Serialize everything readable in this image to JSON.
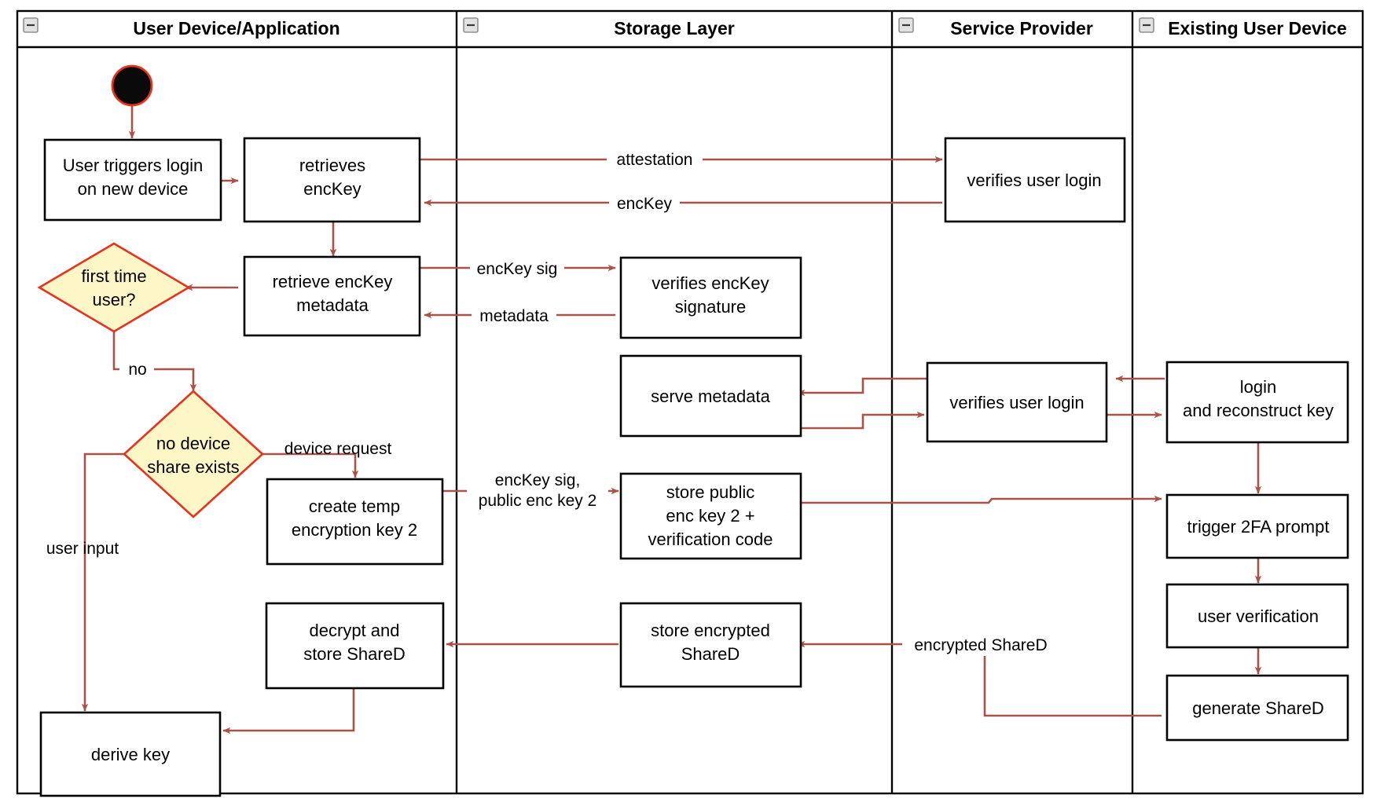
{
  "diagram": {
    "title": "Key recovery / new device login activity diagram",
    "type": "uml-activity-swimlane",
    "colors": {
      "edge": "#a8534a",
      "decision_fill": "#fdf6c7",
      "decision_stroke": "#e8321e",
      "node_stroke": "#000000",
      "lane_stroke": "#000000",
      "start_node": "#0a0a0a"
    },
    "lanes": [
      {
        "id": "lane-user-device",
        "label": "User Device/Application",
        "collapse_icon": "minus-icon"
      },
      {
        "id": "lane-storage",
        "label": "Storage Layer",
        "collapse_icon": "minus-icon"
      },
      {
        "id": "lane-service-provider",
        "label": "Service Provider",
        "collapse_icon": "minus-icon"
      },
      {
        "id": "lane-existing-device",
        "label": "Existing User Device",
        "collapse_icon": "minus-icon"
      }
    ],
    "nodes": [
      {
        "id": "start",
        "type": "start",
        "lane": "lane-user-device",
        "label": ""
      },
      {
        "id": "n-trigger-login",
        "type": "action",
        "lane": "lane-user-device",
        "label": "User triggers login\non new device",
        "lines": [
          "User triggers login",
          "on new device"
        ]
      },
      {
        "id": "n-retrieves-enckey",
        "type": "action",
        "lane": "lane-user-device",
        "label": "retrieves\nencKey",
        "lines": [
          "retrieves",
          "encKey"
        ]
      },
      {
        "id": "n-retrieve-metadata",
        "type": "action",
        "lane": "lane-user-device",
        "label": "retrieve encKey\nmetadata",
        "lines": [
          "retrieve encKey",
          "metadata"
        ]
      },
      {
        "id": "d-first-time-user",
        "type": "decision",
        "lane": "lane-user-device",
        "label": "first time\nuser?",
        "lines": [
          "first time",
          "user?"
        ]
      },
      {
        "id": "d-no-device-share",
        "type": "decision",
        "lane": "lane-user-device",
        "label": "no device\nshare exists",
        "lines": [
          "no device",
          "share exists"
        ]
      },
      {
        "id": "n-create-temp-key",
        "type": "action",
        "lane": "lane-user-device",
        "label": "create temp\nencryption key 2",
        "lines": [
          "create temp",
          "encryption key 2"
        ]
      },
      {
        "id": "n-decrypt-store-shared",
        "type": "action",
        "lane": "lane-user-device",
        "label": "decrypt and\nstore ShareD",
        "lines": [
          "decrypt and",
          "store ShareD"
        ]
      },
      {
        "id": "n-derive-key",
        "type": "action",
        "lane": "lane-user-device",
        "label": "derive key",
        "lines": [
          "derive key"
        ]
      },
      {
        "id": "n-verifies-enckey-sig",
        "type": "action",
        "lane": "lane-storage",
        "label": "verifies encKey\nsignature",
        "lines": [
          "verifies encKey",
          "signature"
        ]
      },
      {
        "id": "n-serve-metadata",
        "type": "action",
        "lane": "lane-storage",
        "label": "serve metadata",
        "lines": [
          "serve metadata"
        ]
      },
      {
        "id": "n-store-public-key",
        "type": "action",
        "lane": "lane-storage",
        "label": "store public\nenc key 2 +\nverification code",
        "lines": [
          "store public",
          "enc key 2 +",
          "verification code"
        ]
      },
      {
        "id": "n-store-encrypted-shared",
        "type": "action",
        "lane": "lane-storage",
        "label": "store encrypted\nShareD",
        "lines": [
          "store encrypted",
          "ShareD"
        ]
      },
      {
        "id": "n-verifies-user-login-1",
        "type": "action",
        "lane": "lane-service-provider",
        "label": "verifies user login",
        "lines": [
          "verifies user login"
        ]
      },
      {
        "id": "n-verifies-user-login-2",
        "type": "action",
        "lane": "lane-service-provider",
        "label": "verifies user login",
        "lines": [
          "verifies user login"
        ]
      },
      {
        "id": "n-login-reconstruct",
        "type": "action",
        "lane": "lane-existing-device",
        "label": "login\nand reconstruct key",
        "lines": [
          "login",
          "and reconstruct key"
        ]
      },
      {
        "id": "n-trigger-2fa",
        "type": "action",
        "lane": "lane-existing-device",
        "label": "trigger 2FA prompt",
        "lines": [
          "trigger 2FA prompt"
        ]
      },
      {
        "id": "n-user-verification",
        "type": "action",
        "lane": "lane-existing-device",
        "label": "user verification",
        "lines": [
          "user verification"
        ]
      },
      {
        "id": "n-generate-shared",
        "type": "action",
        "lane": "lane-existing-device",
        "label": "generate ShareD",
        "lines": [
          "generate ShareD"
        ]
      }
    ],
    "edges": [
      {
        "id": "e-start-trigger",
        "from": "start",
        "to": "n-trigger-login",
        "label": ""
      },
      {
        "id": "e-trigger-retrieves",
        "from": "n-trigger-login",
        "to": "n-retrieves-enckey",
        "label": ""
      },
      {
        "id": "e-attestation",
        "from": "n-retrieves-enckey",
        "to": "n-verifies-user-login-1",
        "label": "attestation"
      },
      {
        "id": "e-enckey-back",
        "from": "n-verifies-user-login-1",
        "to": "n-retrieves-enckey",
        "label": "encKey"
      },
      {
        "id": "e-retrieves-metadata",
        "from": "n-retrieves-enckey",
        "to": "n-retrieve-metadata",
        "label": ""
      },
      {
        "id": "e-enckey-sig",
        "from": "n-retrieve-metadata",
        "to": "n-verifies-enckey-sig",
        "label": "encKey sig"
      },
      {
        "id": "e-metadata-back",
        "from": "n-verifies-enckey-sig",
        "to": "n-retrieve-metadata",
        "label": "metadata"
      },
      {
        "id": "e-metadata-decision",
        "from": "n-retrieve-metadata",
        "to": "d-first-time-user",
        "label": ""
      },
      {
        "id": "e-no",
        "from": "d-first-time-user",
        "to": "d-no-device-share",
        "label": "no"
      },
      {
        "id": "e-device-request",
        "from": "d-no-device-share",
        "to": "n-create-temp-key",
        "label": "device request"
      },
      {
        "id": "e-user-input",
        "from": "d-no-device-share",
        "to": "n-derive-key",
        "label": "user input"
      },
      {
        "id": "e-enckey-sig-pub",
        "from": "n-create-temp-key",
        "to": "n-store-public-key",
        "label": "encKey sig,\npublic enc key 2",
        "lines": [
          "encKey sig,",
          "public enc key 2"
        ]
      },
      {
        "id": "e-login-to-sp",
        "from": "n-login-reconstruct",
        "to": "n-verifies-user-login-2",
        "label": ""
      },
      {
        "id": "e-sp-to-serve",
        "from": "n-verifies-user-login-2",
        "to": "n-serve-metadata",
        "label": ""
      },
      {
        "id": "e-serve-to-sp",
        "from": "n-serve-metadata",
        "to": "n-verifies-user-login-2",
        "label": ""
      },
      {
        "id": "e-sp-to-login",
        "from": "n-verifies-user-login-2",
        "to": "n-login-reconstruct",
        "label": ""
      },
      {
        "id": "e-login-to-2fa",
        "from": "n-login-reconstruct",
        "to": "n-trigger-2fa",
        "label": ""
      },
      {
        "id": "e-store-pub-to-2fa",
        "from": "n-store-public-key",
        "to": "n-trigger-2fa",
        "label": ""
      },
      {
        "id": "e-2fa-to-verify",
        "from": "n-trigger-2fa",
        "to": "n-user-verification",
        "label": ""
      },
      {
        "id": "e-verify-to-generate",
        "from": "n-user-verification",
        "to": "n-generate-shared",
        "label": ""
      },
      {
        "id": "e-encrypted-shared",
        "from": "n-generate-shared",
        "to": "n-store-encrypted-shared",
        "label": "encrypted ShareD"
      },
      {
        "id": "e-store-to-decrypt",
        "from": "n-store-encrypted-shared",
        "to": "n-decrypt-store-shared",
        "label": ""
      },
      {
        "id": "e-decrypt-to-derive",
        "from": "n-decrypt-store-shared",
        "to": "n-derive-key",
        "label": ""
      }
    ]
  }
}
